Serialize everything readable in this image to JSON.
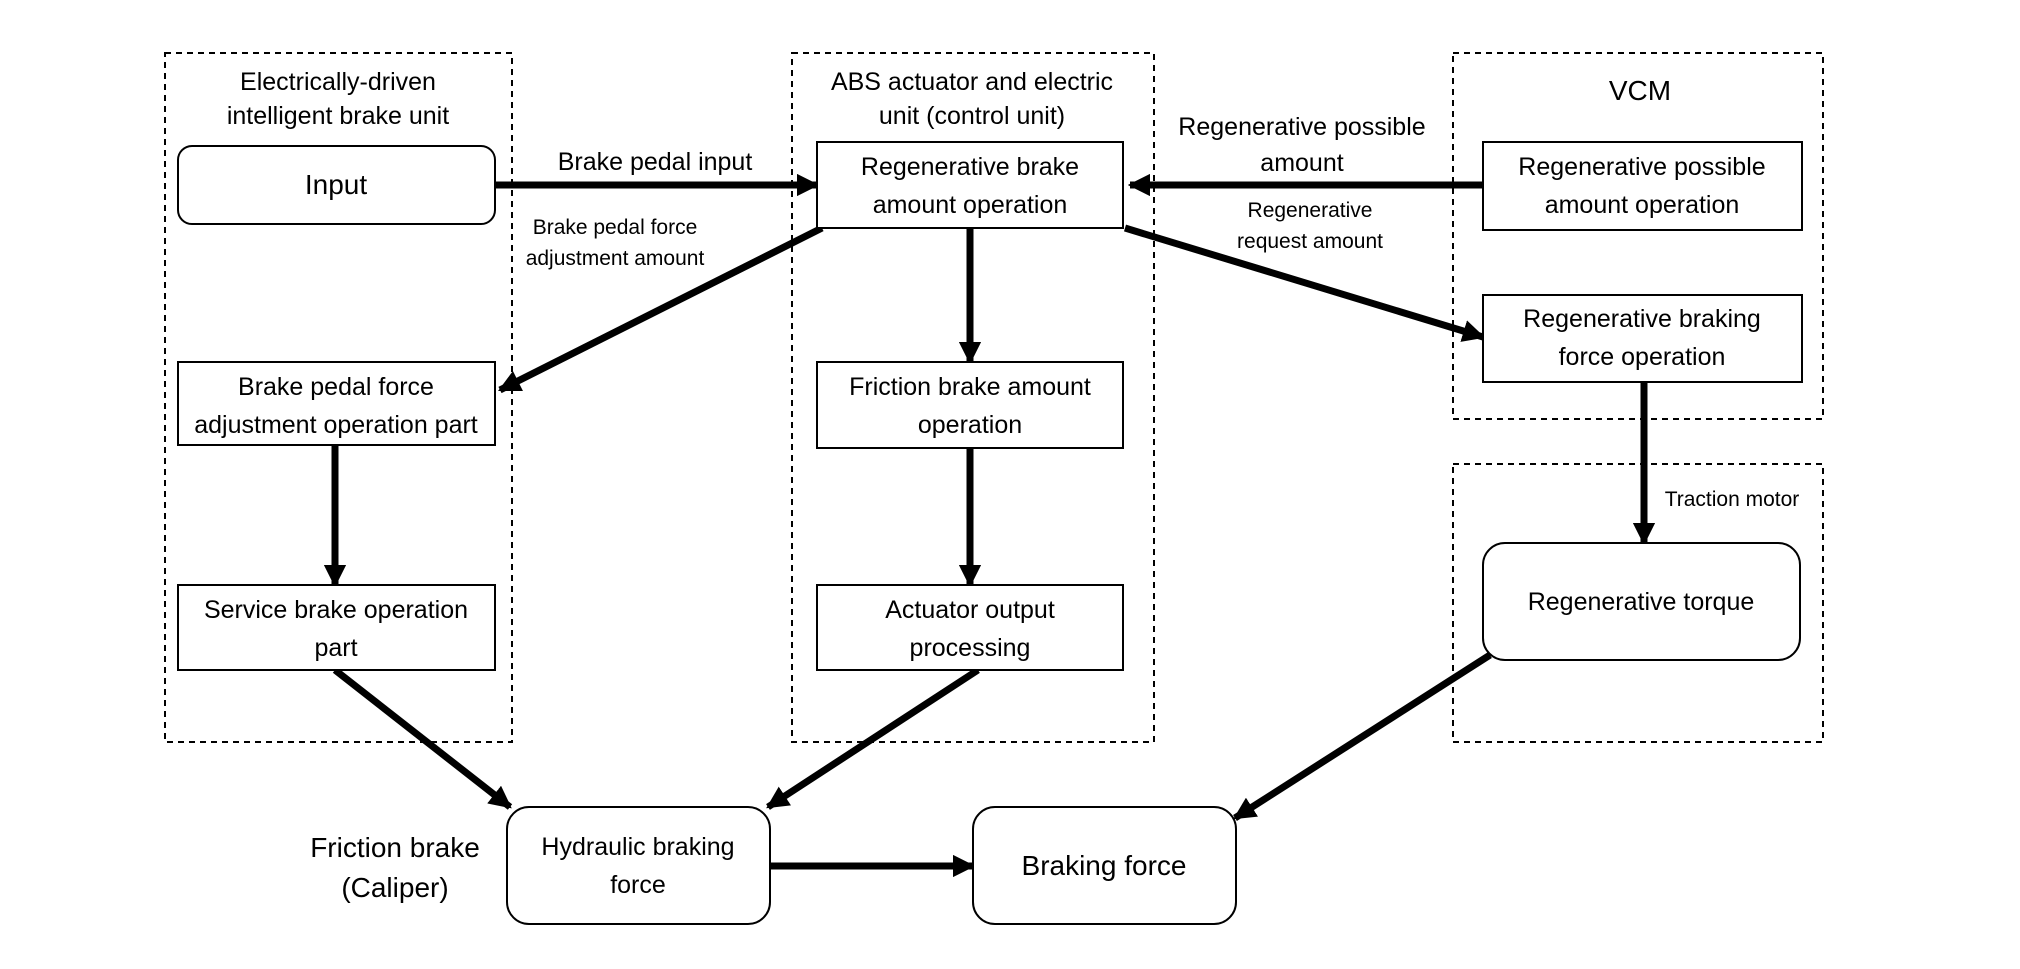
{
  "groups": {
    "brake_unit": [
      "Electrically-driven",
      "intelligent brake unit"
    ],
    "abs_unit": [
      "ABS actuator and electric",
      "unit (control unit)"
    ],
    "vcm": [
      "VCM"
    ],
    "traction_motor": [
      "Traction motor"
    ]
  },
  "nodes": {
    "input": [
      "Input"
    ],
    "pedal_force_adjust": [
      "Brake pedal force",
      "adjustment operation part"
    ],
    "service_brake": [
      "Service brake operation",
      "part"
    ],
    "regen_brake_amount": [
      "Regenerative brake",
      "amount operation"
    ],
    "friction_brake_amount": [
      "Friction brake amount",
      "operation"
    ],
    "actuator_output": [
      "Actuator output",
      "processing"
    ],
    "regen_possible_op": [
      "Regenerative possible",
      "amount operation"
    ],
    "regen_braking_force": [
      "Regenerative braking",
      "force operation"
    ],
    "regen_torque": [
      "Regenerative torque"
    ],
    "hydraulic_force": [
      "Hydraulic braking",
      "force"
    ],
    "braking_force": [
      "Braking force"
    ]
  },
  "edge_labels": {
    "brake_pedal_input": [
      "Brake pedal input"
    ],
    "pedal_force_adjust_amount": [
      "Brake pedal force",
      "adjustment amount"
    ],
    "regen_possible_amount": [
      "Regenerative possible",
      "amount"
    ],
    "regen_request_amount": [
      "Regenerative",
      "request amount"
    ]
  },
  "annotations": {
    "friction_brake": [
      "Friction brake",
      "(Caliper)"
    ]
  }
}
